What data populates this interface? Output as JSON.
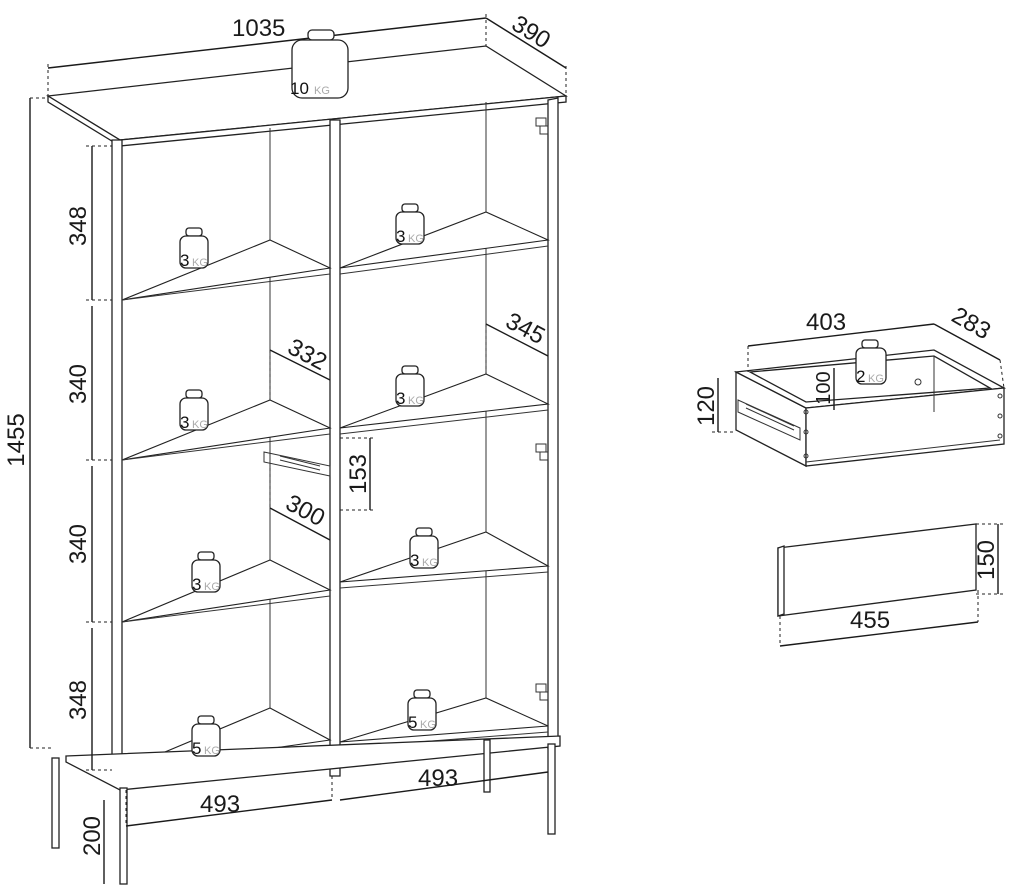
{
  "cabinet": {
    "width": "1035",
    "depth": "390",
    "height": "1455",
    "leg_height": "200",
    "top_load": {
      "value": "10",
      "unit": "KG"
    },
    "section_heights": [
      "348",
      "340",
      "340",
      "348"
    ],
    "shelf_depth_left": "332",
    "shelf_depth_right": "345",
    "drawer_inner_depth": "300",
    "drawer_inner_height": "153",
    "inner_width_left": "493",
    "inner_width_right": "493",
    "shelf_loads": [
      {
        "value": "3",
        "unit": "KG"
      },
      {
        "value": "3",
        "unit": "KG"
      },
      {
        "value": "3",
        "unit": "KG"
      },
      {
        "value": "3",
        "unit": "KG"
      },
      {
        "value": "3",
        "unit": "KG"
      },
      {
        "value": "3",
        "unit": "KG"
      },
      {
        "value": "5",
        "unit": "KG"
      },
      {
        "value": "5",
        "unit": "KG"
      }
    ]
  },
  "drawer": {
    "width": "403",
    "depth": "283",
    "height": "120",
    "inner_height": "100",
    "load": {
      "value": "2",
      "unit": "KG"
    }
  },
  "front_panel": {
    "width": "455",
    "height": "150"
  }
}
